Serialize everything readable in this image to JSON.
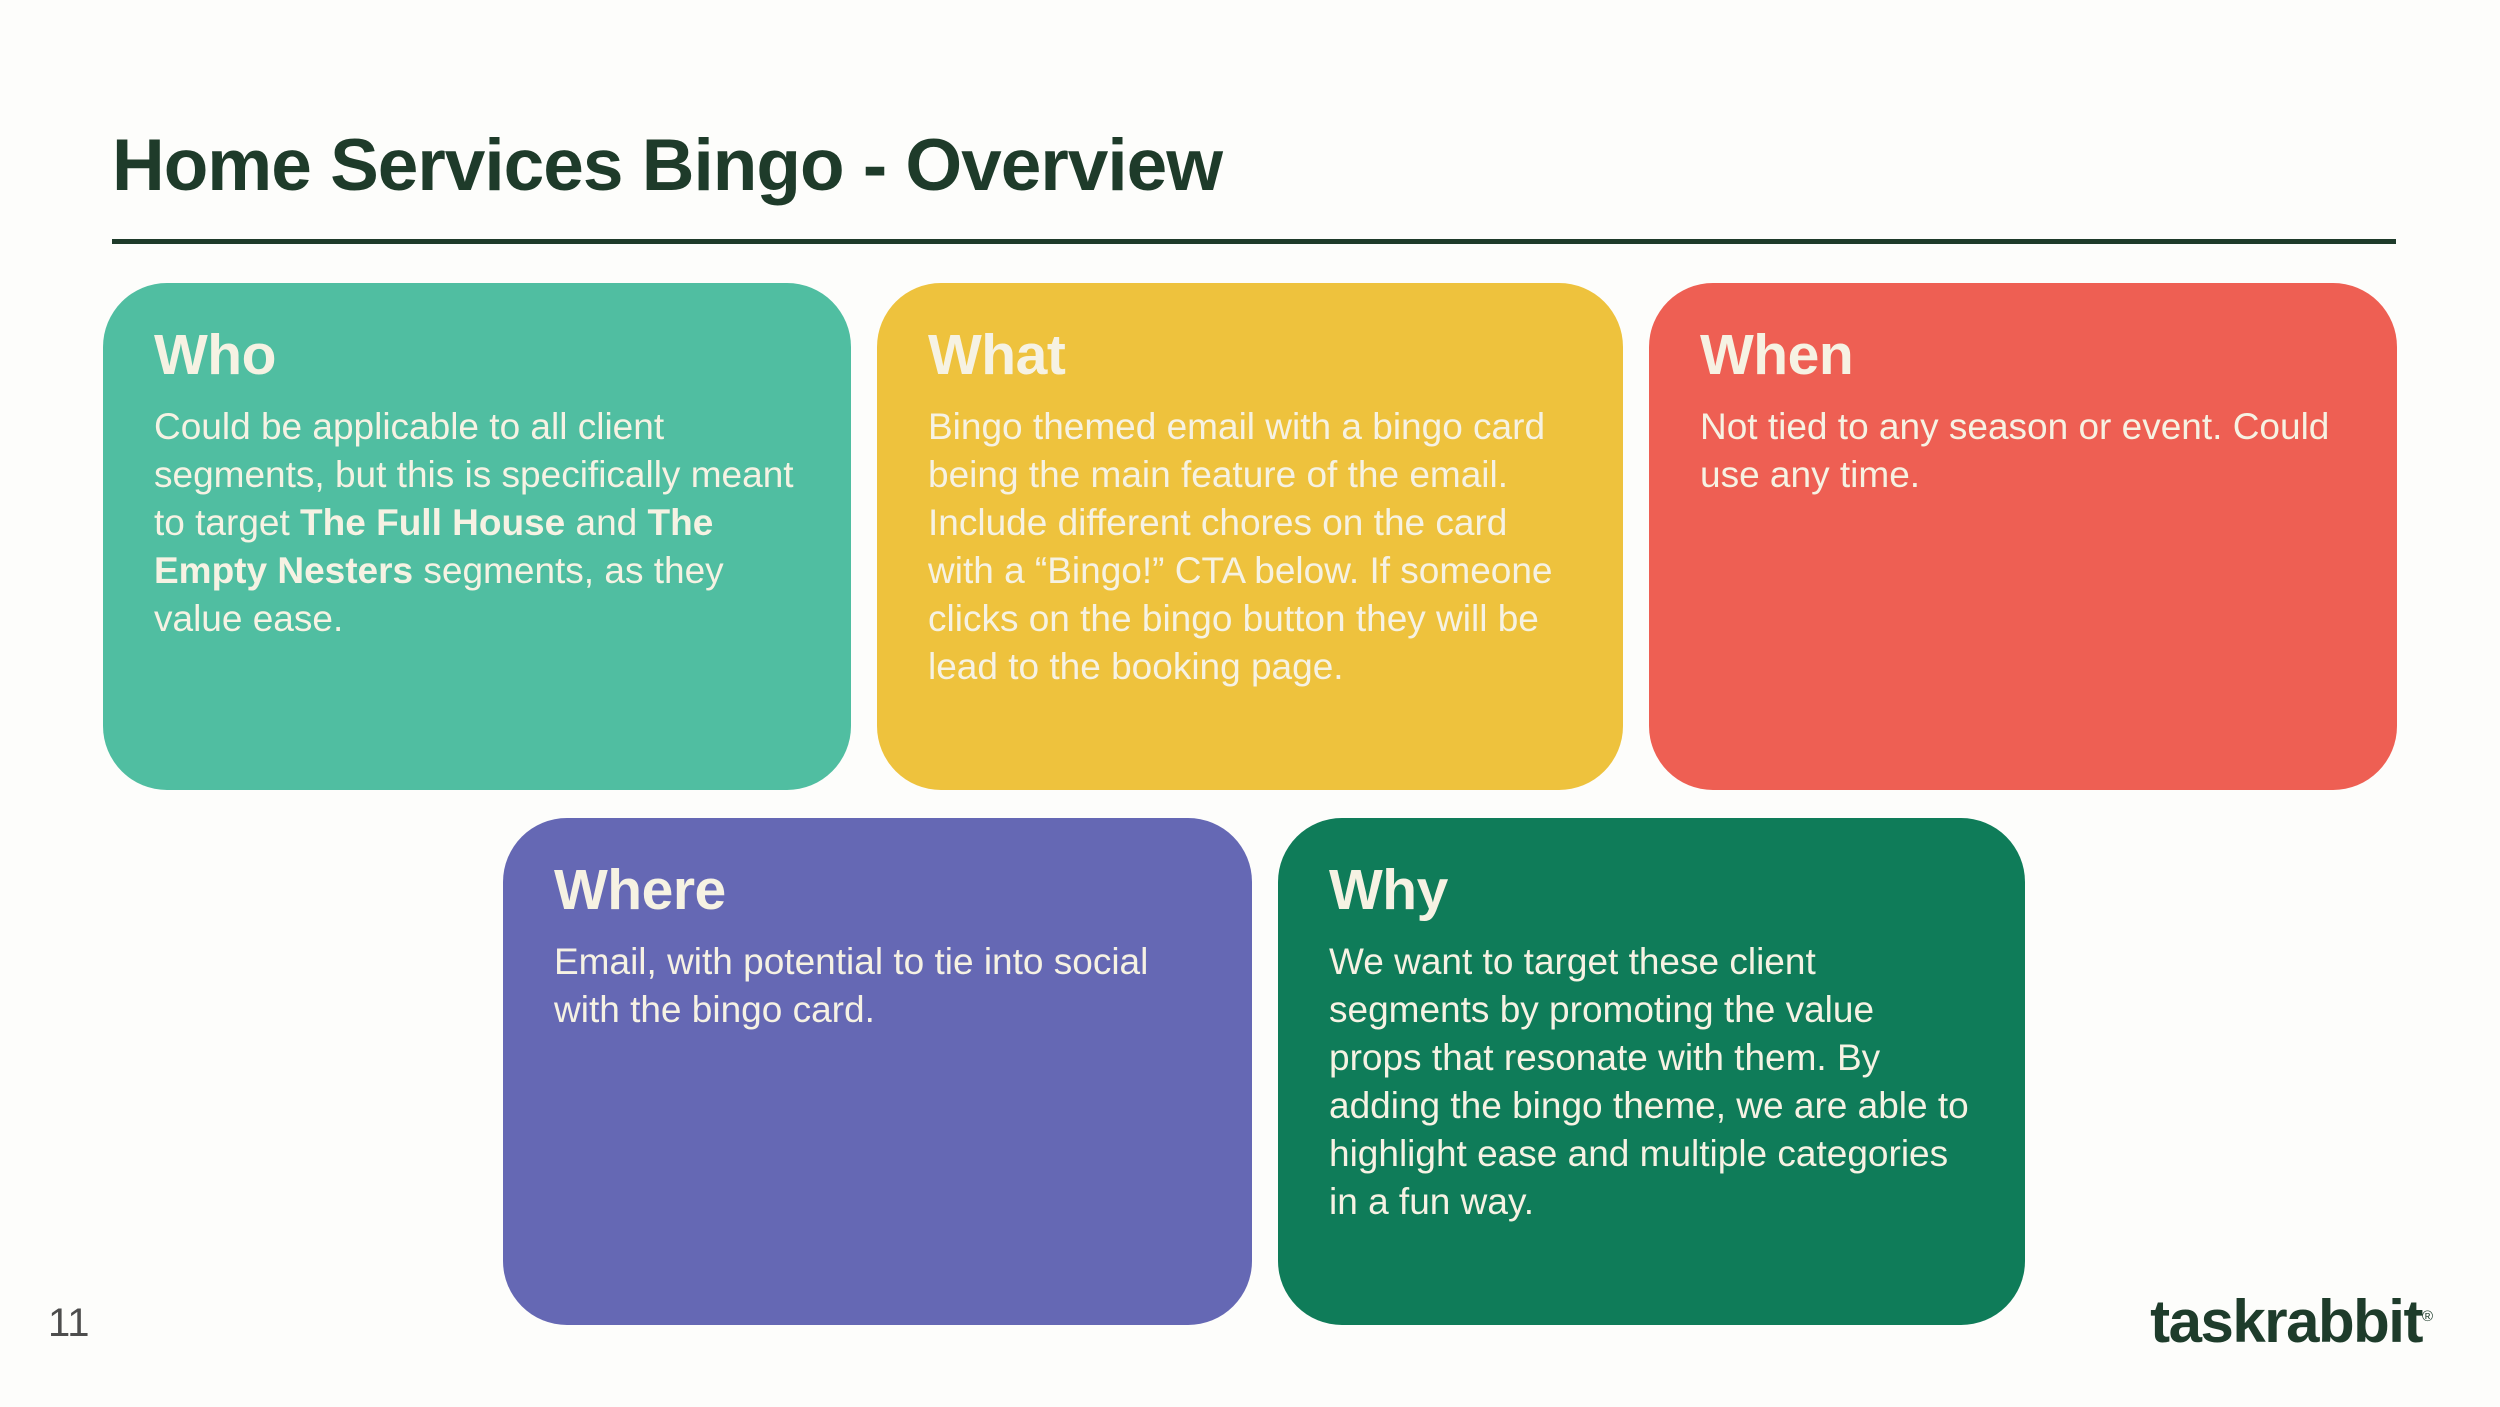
{
  "slide": {
    "title": "Home Services Bingo - Overview",
    "page_number": "11",
    "logo_text": "taskrabbit",
    "logo_registered_mark": "®"
  },
  "colors": {
    "background": "#FDFDFB",
    "title_text": "#1E3B2A",
    "divider": "#1E3B2A",
    "card_text": "#F6F2E3",
    "who_bg": "#50BEA1",
    "what_bg": "#EEC23D",
    "when_bg": "#EE5F53",
    "where_bg": "#6568B4",
    "why_bg": "#0F7C59",
    "page_number_text": "#4D4D4D",
    "logo_text_color": "#1E3C2B"
  },
  "cards": [
    {
      "id": "who",
      "heading": "Who",
      "body_segments": [
        {
          "text": "Could be applicable to all client segments, but this is specifically meant to target ",
          "bold": false
        },
        {
          "text": "The Full House",
          "bold": true
        },
        {
          "text": " and ",
          "bold": false
        },
        {
          "text": "The Empty Nesters",
          "bold": true
        },
        {
          "text": " segments, as they value ease.",
          "bold": false
        }
      ]
    },
    {
      "id": "what",
      "heading": "What",
      "body_segments": [
        {
          "text": "Bingo themed email with a bingo card being the main feature of the email. Include different chores on the card with a “Bingo!” CTA below. If someone clicks on the bingo button they will be lead to the booking page.",
          "bold": false
        }
      ]
    },
    {
      "id": "when",
      "heading": "When",
      "body_segments": [
        {
          "text": "Not tied to any season or event. Could use any time.",
          "bold": false
        }
      ]
    },
    {
      "id": "where",
      "heading": "Where",
      "body_segments": [
        {
          "text": "Email, with potential to tie into social with the bingo card.",
          "bold": false
        }
      ]
    },
    {
      "id": "why",
      "heading": "Why",
      "body_segments": [
        {
          "text": "We want to target these client segments by promoting the value props that resonate with them. By adding the bingo theme, we are able to highlight ease and multiple categories in a fun way.",
          "bold": false
        }
      ]
    }
  ]
}
